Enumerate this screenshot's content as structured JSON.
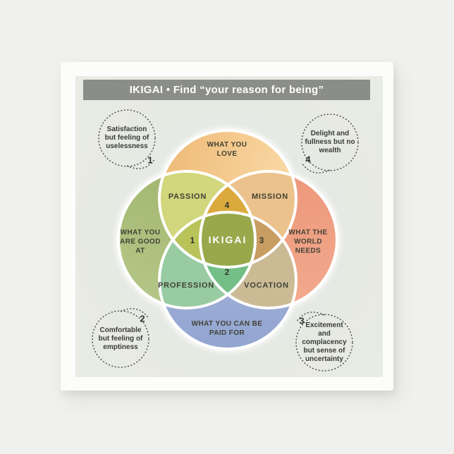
{
  "colors": {
    "page_background": "#f0f1ef",
    "napkin": "#fcfdfb",
    "print_background": "#e7eae3",
    "title_bar_background": "#8b8d88",
    "title_text": "#ffffff",
    "label_text": "#3f4136",
    "circle_outline": "#ffffff",
    "callout_border": "#474747"
  },
  "title_bar": {
    "text": "IKIGAI • Find “your reason for being”"
  },
  "diagram": {
    "center_label": "IKIGAI",
    "center_color": "#98a84b",
    "circles": [
      {
        "name": "love",
        "label_lines": [
          "WHAT YOU",
          "LOVE"
        ],
        "color_from": "#eeb974",
        "color_to": "#f9d9a6"
      },
      {
        "name": "good-at",
        "label_lines": [
          "WHAT YOU",
          "ARE GOOD",
          "AT"
        ],
        "color_from": "#9fb66d",
        "color_to": "#b6c789"
      },
      {
        "name": "world-needs",
        "label_lines": [
          "WHAT THE",
          "WORLD",
          "NEEDS"
        ],
        "color_from": "#ec9579",
        "color_to": "#f2a98c"
      },
      {
        "name": "paid-for",
        "label_lines": [
          "WHAT YOU CAN BE",
          "PAID FOR"
        ],
        "color_from": "#a9b6dc",
        "color_to": "#92a5d0"
      }
    ],
    "overlaps": [
      {
        "label": "PASSION",
        "color": "#d2d67c"
      },
      {
        "label": "MISSION",
        "color": "#ecc28c"
      },
      {
        "label": "PROFESSION",
        "color": "#98cba2"
      },
      {
        "label": "VOCATION",
        "color": "#cbbb95"
      }
    ],
    "lenses": [
      {
        "number": "4",
        "color": "#dca93c"
      },
      {
        "number": "1",
        "color": "#b8c35a"
      },
      {
        "number": "3",
        "color": "#c89d61"
      },
      {
        "number": "2",
        "color": "#73bf87"
      }
    ]
  },
  "callouts": [
    {
      "number": "1",
      "lines": [
        "Satisfaction",
        "but feeling of",
        "uselessness"
      ]
    },
    {
      "number": "4",
      "lines": [
        "Delight and",
        "fullness but no",
        "wealth"
      ]
    },
    {
      "number": "2",
      "lines": [
        "Comfortable",
        "but feeling of",
        "emptiness"
      ]
    },
    {
      "number": "3",
      "lines": [
        "Excitement",
        "and",
        "complacency",
        "but sense of",
        "uncertainty"
      ]
    }
  ]
}
